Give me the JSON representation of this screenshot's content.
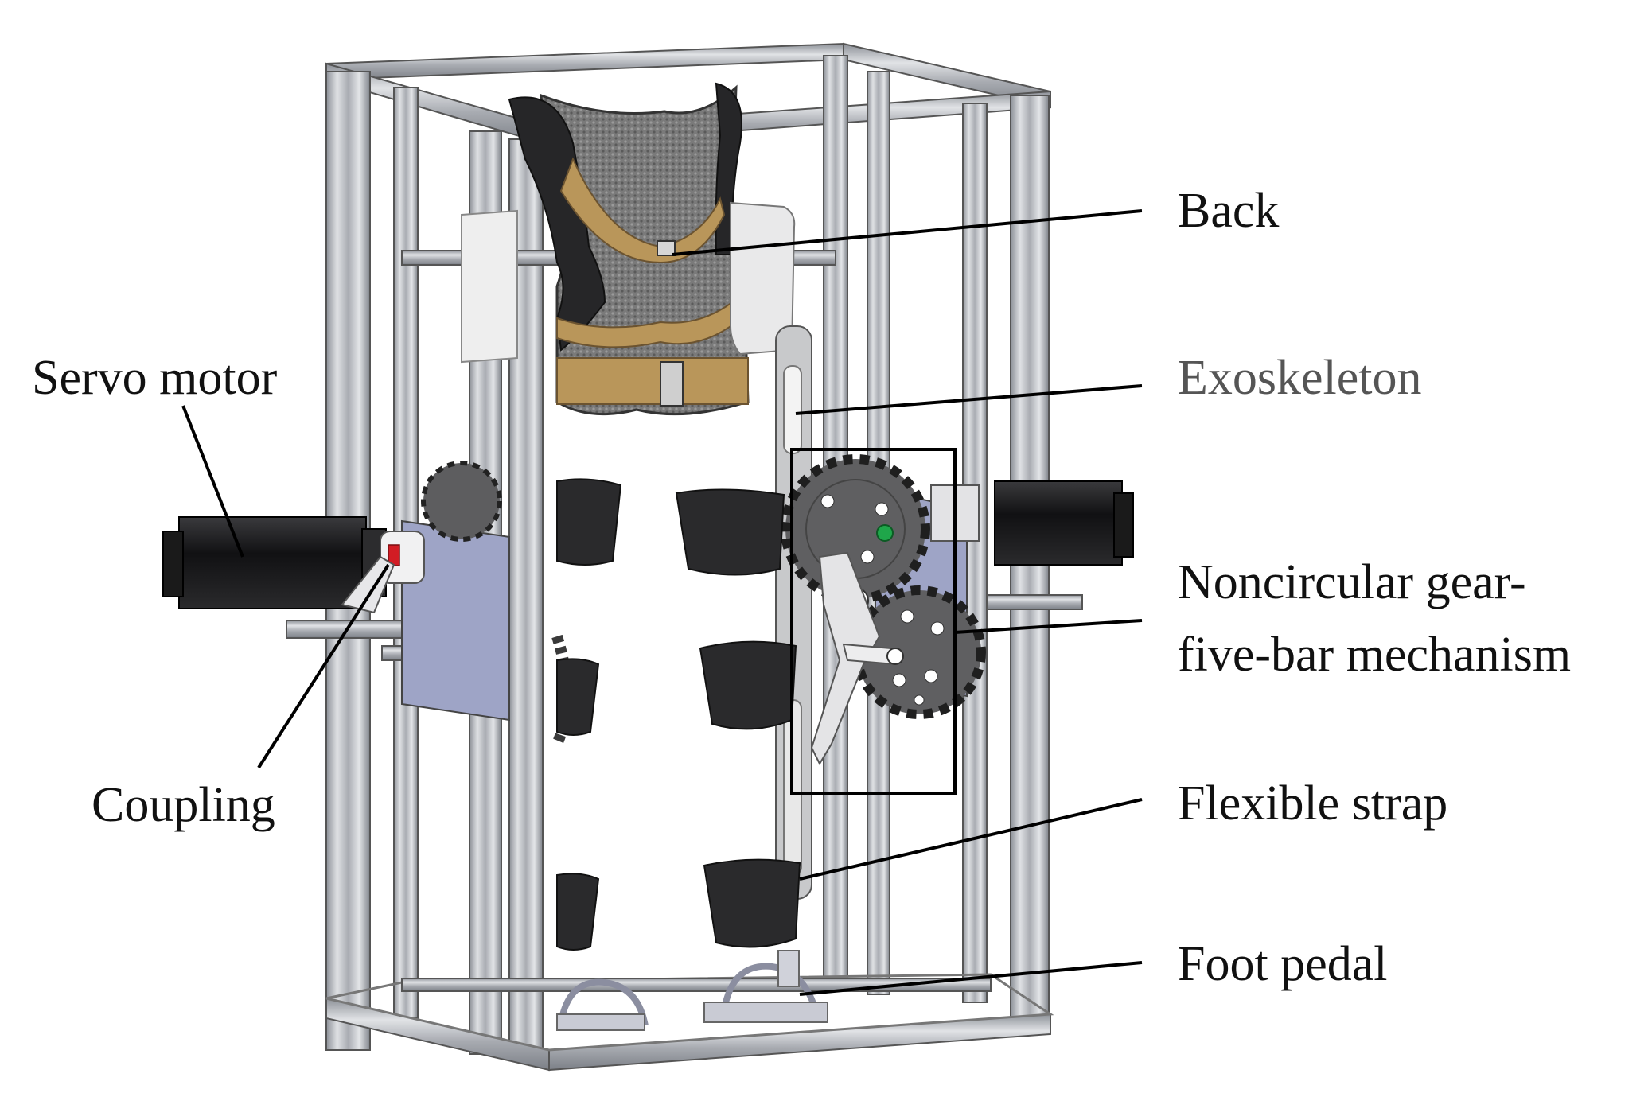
{
  "figure": {
    "labels": {
      "back": "Back",
      "exoskeleton": "Exoskeleton",
      "gear_line1": "Noncircular gear-",
      "gear_line2": "five-bar mechanism",
      "flexible_strap": "Flexible strap",
      "foot_pedal": "Foot pedal",
      "servo_motor": "Servo motor",
      "coupling": "Coupling"
    },
    "colors": {
      "frame_profile": "#b9bcc1",
      "frame_dark": "#6f737a",
      "mounting_plate": "#9ea4c6",
      "motor_body": "#1b1b1d",
      "strap_cuff": "#2a2a2c",
      "vest_mesh": "#6b6b6b",
      "vest_trim": "#b9965a",
      "gear": "#5d5d5f",
      "coupling_red": "#d21c24"
    }
  }
}
